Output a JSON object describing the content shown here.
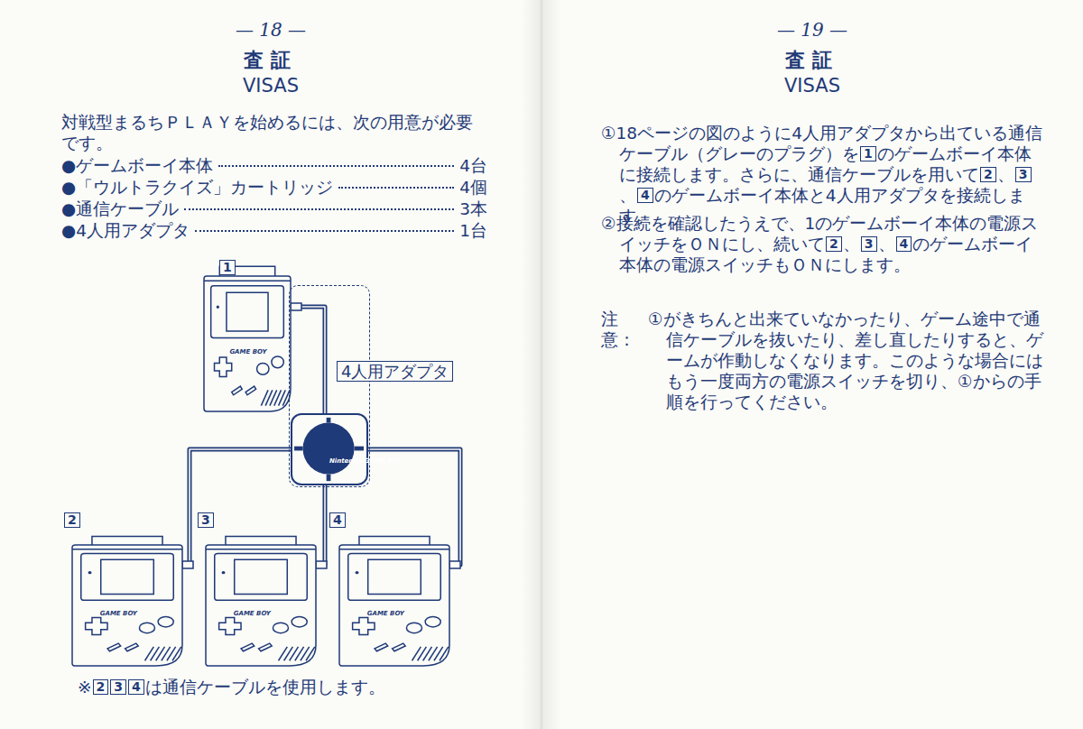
{
  "diagram": {
    "nodes": [
      {
        "text": [
          "1",
          "GAME BOY"
        ]
      },
      {
        "text": [
          "4人用アダプタ"
        ]
      },
      {
        "text": [
          "Nintendo GAME BOY"
        ],
        "in": 1
      },
      {
        "text": [
          "2",
          "GAME BOY"
        ]
      },
      {
        "text": [
          "3",
          "GAME BOY"
        ]
      },
      {
        "text": [
          "4",
          "GAME BOY"
        ]
      }
    ],
    "edges": [
      {
        "from": 2,
        "to": 0,
        "arrow": "none"
      },
      {
        "from": 2,
        "to": 3,
        "arrow": "none"
      },
      {
        "from": 2,
        "to": 4,
        "arrow": "none"
      },
      {
        "from": 2,
        "to": 5,
        "arrow": "none"
      }
    ],
    "labels": [
      "— 18 —",
      "査証",
      "VISAS",
      "対戦型まるちＰＬＡＹを始めるには、次の用意が必要です。",
      "●ゲームボーイ本体",
      "4台",
      "●「ウルトラクイズ」カートリッジ",
      "4個",
      "●通信ケーブル",
      "3本",
      "●4人用アダプタ",
      "1台",
      "※",
      "2",
      "3",
      "4",
      "は通信ケーブルを使用します。",
      "— 19 —",
      "査証",
      "VISAS",
      "①18ページの図のように4人用アダプタから出ている通信ケーブル（グレーのプラグ）を",
      "1",
      "のゲームボーイ本体に接続します。さらに、通信ケーブルを用いて",
      "2",
      "、",
      "3",
      "、",
      "4",
      "のゲームボーイ本体と4人用アダプタを接続します。",
      "②接続を確認したうえで、1のゲームボーイ本体の電源スイッチをＯＮにし、続いて",
      "2",
      "、",
      "3",
      "、",
      "4",
      "のゲームボーイ本体の電源スイッチもＯＮにします。",
      "注意：",
      "①がきちんと出来ていなかったり、ゲーム途中で通信ケーブルを抜いたり、差し直したりすると、ゲームが作動しなくなります。このような場合にはもう一度両方の電源スイッチを切り、①からの手順を行ってください。"
    ]
  }
}
